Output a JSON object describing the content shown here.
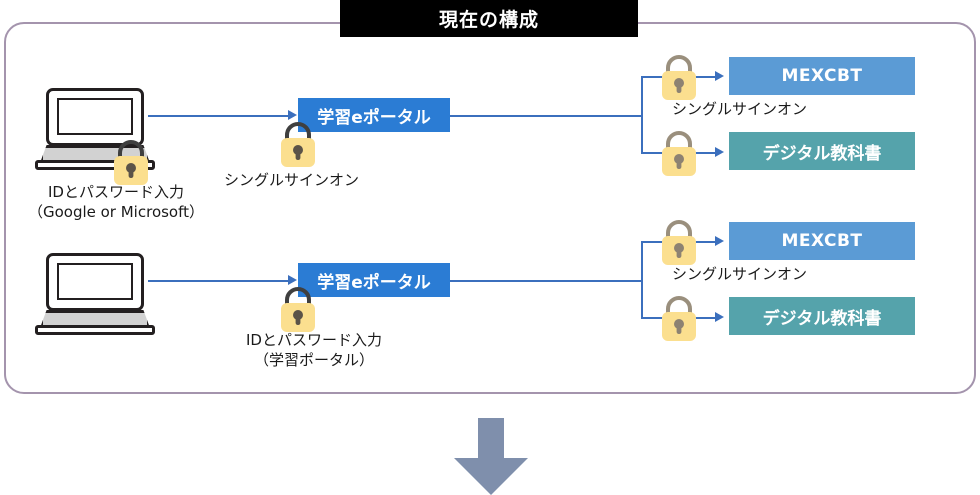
{
  "title": {
    "text": "現在の構成"
  },
  "rows": [
    {
      "id": "row-top",
      "device_caption_line1": "IDとパスワード入力",
      "device_caption_line2": "（Google or Microsoft）",
      "device_lock": true,
      "portal_label": "学習eポータル",
      "portal_lock_caption": "シングルサインオン",
      "targets": [
        {
          "label": "MEXCBT",
          "color": "#5b9bd5",
          "lock": true
        },
        {
          "label": "デジタル教科書",
          "color": "#55a3ab",
          "lock": true
        }
      ],
      "targets_caption": "シングルサインオン"
    },
    {
      "id": "row-bottom",
      "device_caption_line1": "IDとパスワード入力",
      "device_caption_line2": "（学習ポータル）",
      "device_lock": false,
      "portal_label": "学習eポータル",
      "portal_lock_caption": "",
      "targets": [
        {
          "label": "MEXCBT",
          "color": "#5b9bd5",
          "lock": true
        },
        {
          "label": "デジタル教科書",
          "color": "#55a3ab",
          "lock": true
        }
      ],
      "targets_caption": "シングルサインオン"
    }
  ],
  "colors": {
    "frame_border": "#a494ad",
    "banner_bg": "#000000",
    "portal_blue": "#2b7cd4",
    "mexcbt_blue": "#5b9bd5",
    "digital_teal": "#55a3ab",
    "connector_blue": "#3b6fbd",
    "lock_amber": "#fbdf8f",
    "down_arrow": "#7f8fac"
  },
  "icons": {
    "laptop": "laptop-icon",
    "padlock": "padlock-icon",
    "down_arrow": "down-arrow-icon"
  }
}
